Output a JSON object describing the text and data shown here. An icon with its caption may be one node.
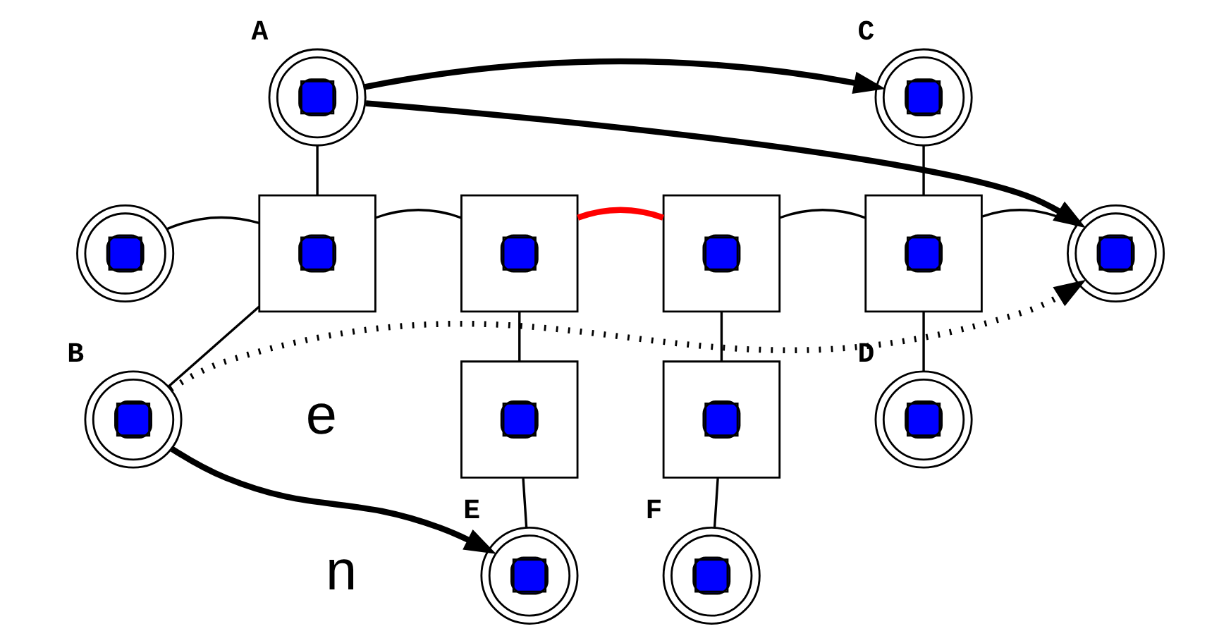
{
  "diagram": {
    "nodes": [
      {
        "text": [],
        "shape": "circle",
        "beside": [
          "A"
        ]
      },
      {
        "text": [],
        "shape": "circle"
      },
      {
        "text": [],
        "shape": "circle",
        "beside": [
          "B"
        ]
      },
      {
        "text": [],
        "shape": "box"
      },
      {
        "text": [],
        "shape": "box"
      },
      {
        "text": [],
        "shape": "box"
      },
      {
        "text": [],
        "shape": "box"
      },
      {
        "text": [],
        "shape": "circle",
        "beside": [
          "C"
        ]
      },
      {
        "text": [],
        "shape": "circle"
      },
      {
        "text": [],
        "shape": "circle",
        "beside": [
          "D"
        ]
      },
      {
        "text": [],
        "shape": "box"
      },
      {
        "text": [],
        "shape": "box"
      },
      {
        "text": [],
        "shape": "circle",
        "beside": [
          "E"
        ]
      },
      {
        "text": [],
        "shape": "circle",
        "beside": [
          "F"
        ]
      }
    ],
    "edges": [
      {
        "from": 0,
        "to": 3,
        "arrow": "none"
      },
      {
        "from": 1,
        "to": 3,
        "arrow": "none"
      },
      {
        "from": 2,
        "to": 3,
        "arrow": "none"
      },
      {
        "from": 3,
        "to": 4,
        "arrow": "none"
      },
      {
        "from": 4,
        "to": 5,
        "arrow": "none",
        "style": "thick",
        "color": "#ff0000"
      },
      {
        "from": 5,
        "to": 6,
        "arrow": "none"
      },
      {
        "from": 6,
        "to": 7,
        "arrow": "none"
      },
      {
        "from": 6,
        "to": 8,
        "arrow": "none"
      },
      {
        "from": 6,
        "to": 9,
        "arrow": "none"
      },
      {
        "from": 4,
        "to": 10,
        "arrow": "none"
      },
      {
        "from": 5,
        "to": 11,
        "arrow": "none"
      },
      {
        "from": 10,
        "to": 12,
        "arrow": "none"
      },
      {
        "from": 11,
        "to": 13,
        "arrow": "none"
      },
      {
        "from": 0,
        "to": 7,
        "arrow": "to",
        "style": "thick"
      },
      {
        "from": 0,
        "to": 8,
        "arrow": "to",
        "style": "thick"
      },
      {
        "from": 2,
        "to": 8,
        "arrow": "to",
        "style": "dashed"
      },
      {
        "from": 2,
        "to": 12,
        "arrow": "to",
        "style": "thick"
      }
    ],
    "labels": [
      "e",
      "n"
    ]
  }
}
